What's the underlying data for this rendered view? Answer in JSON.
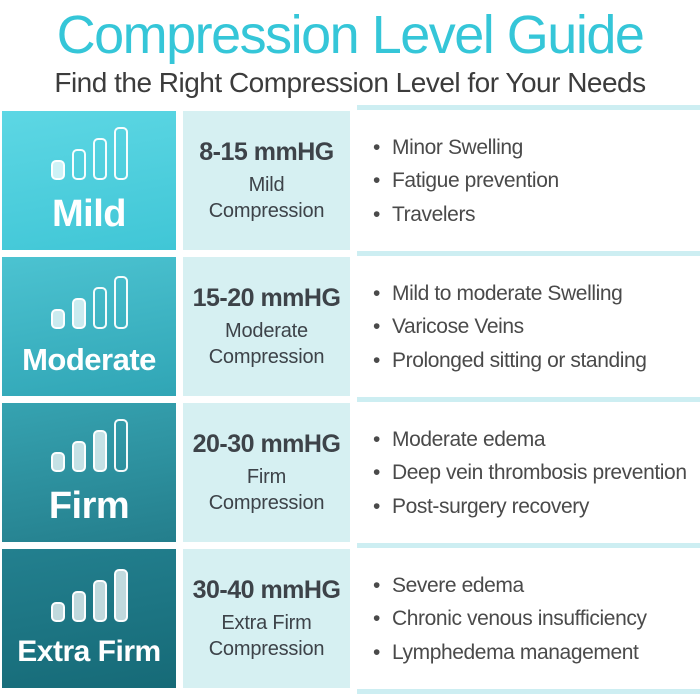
{
  "header": {
    "title": "Compression Level Guide",
    "subtitle": "Find the Right Compression Level for Your Needs"
  },
  "colors": {
    "title_accent": "#35c6d8",
    "subtitle_text": "#3c3c3c",
    "bullet_text": "#4a4a4a",
    "mid_cell_bg": "#d6f0f2",
    "row_separator_line": "#cdeef2",
    "level_cell_teal_mild": "#4ecfdd",
    "level_cell_teal_moderate": "#3db4c3",
    "level_cell_teal_firm": "#2c93a1",
    "level_cell_teal_extra_firm": "#1d7482",
    "level_label_text": "#ffffff"
  },
  "rows": [
    {
      "level": "Mild",
      "filled_bars": 1,
      "range": "8-15 mmHG",
      "type_lines": [
        "Mild",
        "Compression"
      ],
      "uses": [
        "Minor Swelling",
        "Fatigue prevention",
        "Travelers"
      ]
    },
    {
      "level": "Moderate",
      "filled_bars": 2,
      "range": "15-20 mmHG",
      "type_lines": [
        "Moderate",
        "Compression"
      ],
      "uses": [
        "Mild to moderate Swelling",
        "Varicose Veins",
        "Prolonged sitting or standing"
      ]
    },
    {
      "level": "Firm",
      "filled_bars": 3,
      "range": "20-30 mmHG",
      "type_lines": [
        "Firm",
        "Compression"
      ],
      "uses": [
        "Moderate edema",
        "Deep vein thrombosis prevention",
        "Post-surgery recovery"
      ]
    },
    {
      "level": "Extra Firm",
      "filled_bars": 4,
      "range": "30-40 mmHG",
      "type_lines": [
        "Extra Firm",
        "Compression"
      ],
      "uses": [
        "Severe edema",
        "Chronic venous insufficiency",
        "Lymphedema management"
      ]
    }
  ]
}
